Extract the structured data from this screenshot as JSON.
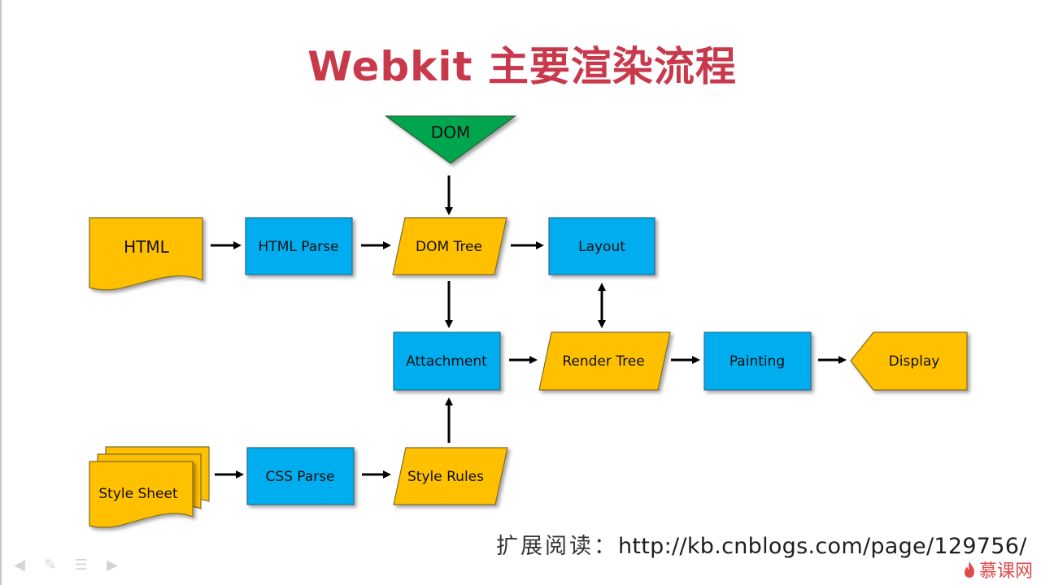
{
  "title": "Webkit 主要渲染流程",
  "nodes": {
    "dom": "DOM",
    "html": "HTML",
    "html_parse": "HTML Parse",
    "dom_tree": "DOM Tree",
    "layout": "Layout",
    "attachment": "Attachment",
    "render_tree": "Render Tree",
    "painting": "Painting",
    "display": "Display",
    "style_sheet": "Style Sheet",
    "css_parse": "CSS Parse",
    "style_rules": "Style Rules"
  },
  "footer": {
    "reading_label": "扩展阅读：",
    "reading_url": "http://kb.cnblogs.com/page/129756/"
  },
  "watermark": "慕课网",
  "colors": {
    "title": "#c8394c",
    "process_blue": "#00aeef",
    "data_yellow": "#ffc000",
    "dom_green": "#00a650",
    "arrow": "#000000"
  },
  "icons": {
    "controls": [
      "back-arrow-icon",
      "pen-icon",
      "menu-icon",
      "forward-arrow-icon"
    ],
    "watermark": "flame-icon"
  }
}
